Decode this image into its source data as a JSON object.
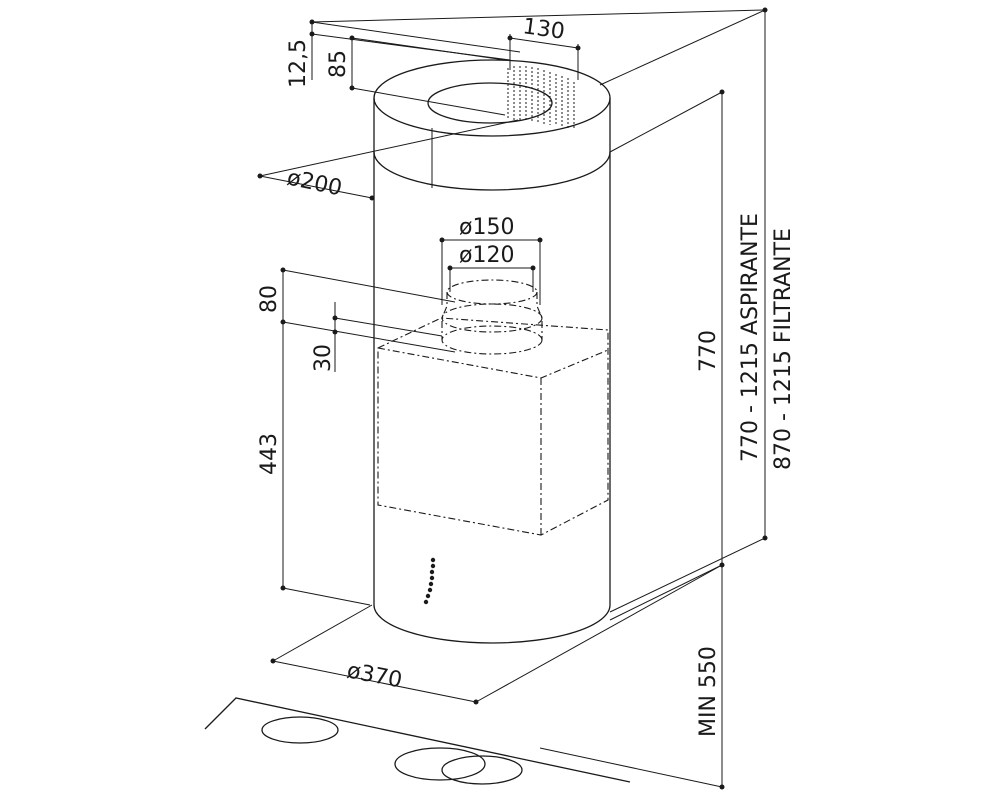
{
  "dimensions": {
    "d130": "130",
    "d12_5": "12,5",
    "d85": "85",
    "d200": "ø200",
    "d150": "ø150",
    "d120": "ø120",
    "d80": "80",
    "d30": "30",
    "d443": "443",
    "d370": "ø370",
    "d770": "770",
    "aspirante": "770 - 1215 ASPIRANTE",
    "filtrante": "870 - 1215 FILTRANTE",
    "min550": "MIN 550"
  }
}
